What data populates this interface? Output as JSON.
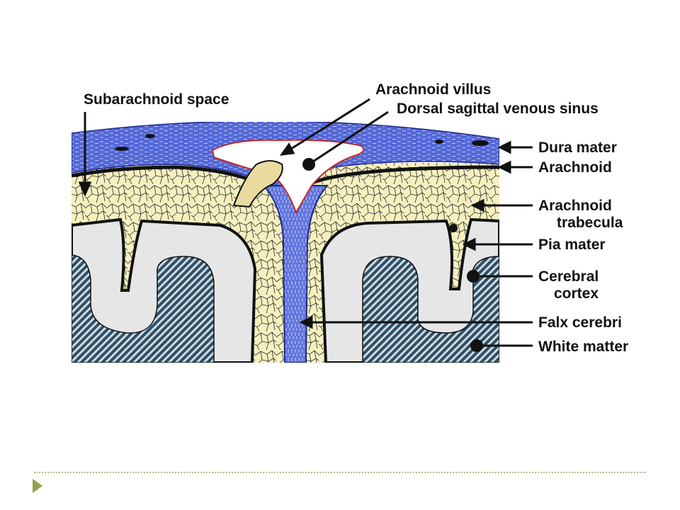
{
  "diagram": {
    "labels": {
      "subarachnoid_space": "Subarachnoid space",
      "arachnoid_villus": "Arachnoid villus",
      "dorsal_sagittal_sinus": "Dorsal sagittal venous sinus",
      "dura_mater": "Dura mater",
      "arachnoid": "Arachnoid",
      "arachnoid_trabecula_1": "Arachnoid",
      "arachnoid_trabecula_2": "trabecula",
      "pia_mater": "Pia mater",
      "cerebral_cortex_1": "Cerebral",
      "cerebral_cortex_2": "cortex",
      "falx_cerebri": "Falx cerebri",
      "white_matter": "White matter"
    },
    "colors": {
      "dura": "#4a5fd0",
      "csf_space": "#f6f0bf",
      "cortex": "#e6e6e6",
      "white_matter": "#3a5a6e",
      "sinus": "#ffffff",
      "sinus_outline": "#c0282a",
      "line": "#111111"
    }
  },
  "footer": {
    "accent": "#93a14e"
  }
}
